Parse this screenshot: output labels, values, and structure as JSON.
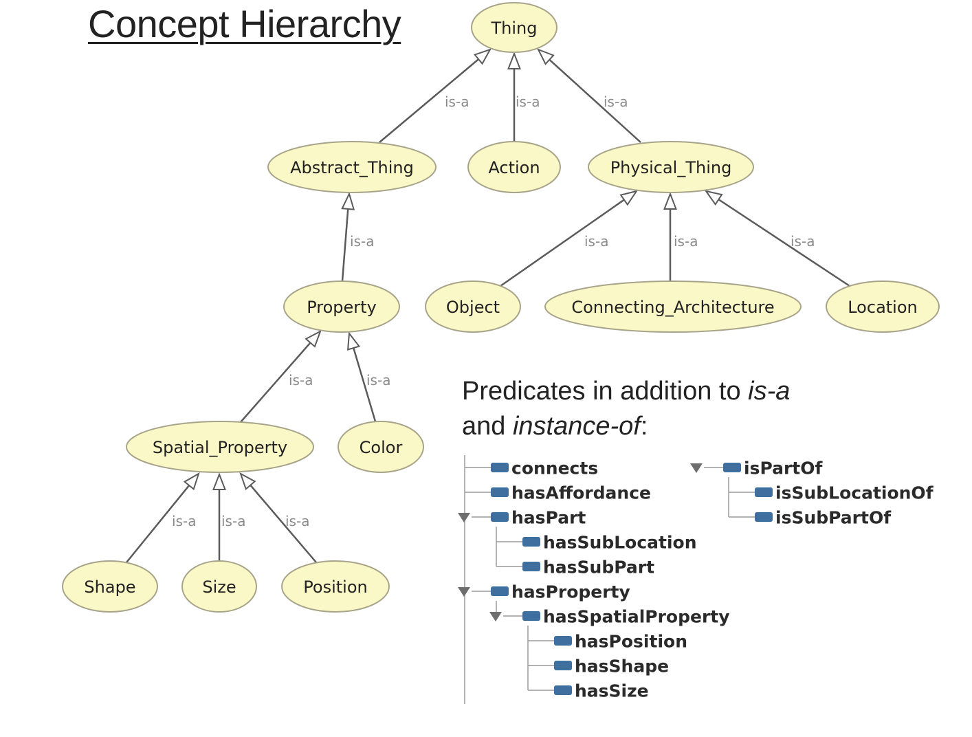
{
  "title": "Concept Hierarchy",
  "edge_label": "is-a",
  "nodes": [
    {
      "id": "thing",
      "label": "Thing"
    },
    {
      "id": "abstract",
      "label": "Abstract_Thing"
    },
    {
      "id": "action",
      "label": "Action"
    },
    {
      "id": "physical",
      "label": "Physical_Thing"
    },
    {
      "id": "property",
      "label": "Property"
    },
    {
      "id": "object",
      "label": "Object"
    },
    {
      "id": "connecting",
      "label": "Connecting_Architecture"
    },
    {
      "id": "location",
      "label": "Location"
    },
    {
      "id": "spatial",
      "label": "Spatial_Property"
    },
    {
      "id": "color",
      "label": "Color"
    },
    {
      "id": "shape",
      "label": "Shape"
    },
    {
      "id": "size",
      "label": "Size"
    },
    {
      "id": "position",
      "label": "Position"
    }
  ],
  "edges": [
    {
      "from": "abstract",
      "to": "thing"
    },
    {
      "from": "action",
      "to": "thing"
    },
    {
      "from": "physical",
      "to": "thing"
    },
    {
      "from": "property",
      "to": "abstract"
    },
    {
      "from": "object",
      "to": "physical"
    },
    {
      "from": "connecting",
      "to": "physical"
    },
    {
      "from": "location",
      "to": "physical"
    },
    {
      "from": "spatial",
      "to": "property"
    },
    {
      "from": "color",
      "to": "property"
    },
    {
      "from": "shape",
      "to": "spatial"
    },
    {
      "from": "size",
      "to": "spatial"
    },
    {
      "from": "position",
      "to": "spatial"
    }
  ],
  "predicates": {
    "heading_line1_prefix": "Predicates in addition to ",
    "heading_line1_em": "is-a",
    "heading_line2_prefix": "and ",
    "heading_line2_em": "instance-of",
    "heading_line2_suffix": ":",
    "tree_left": [
      {
        "label": "connects",
        "depth": 0,
        "expanded": null
      },
      {
        "label": "hasAffordance",
        "depth": 0,
        "expanded": null
      },
      {
        "label": "hasPart",
        "depth": 0,
        "expanded": true
      },
      {
        "label": "hasSubLocation",
        "depth": 1,
        "expanded": null
      },
      {
        "label": "hasSubPart",
        "depth": 1,
        "expanded": null
      },
      {
        "label": "hasProperty",
        "depth": 0,
        "expanded": true
      },
      {
        "label": "hasSpatialProperty",
        "depth": 1,
        "expanded": true
      },
      {
        "label": "hasPosition",
        "depth": 2,
        "expanded": null
      },
      {
        "label": "hasShape",
        "depth": 2,
        "expanded": null
      },
      {
        "label": "hasSize",
        "depth": 2,
        "expanded": null
      }
    ],
    "tree_right": [
      {
        "label": "isPartOf",
        "depth": 0,
        "expanded": true
      },
      {
        "label": "isSubLocationOf",
        "depth": 1,
        "expanded": null
      },
      {
        "label": "isSubPartOf",
        "depth": 1,
        "expanded": null
      }
    ]
  },
  "colors": {
    "node_fill": "#fbf8c8",
    "node_stroke": "#a7a48a",
    "predicate_icon": "#3f6f9f"
  }
}
